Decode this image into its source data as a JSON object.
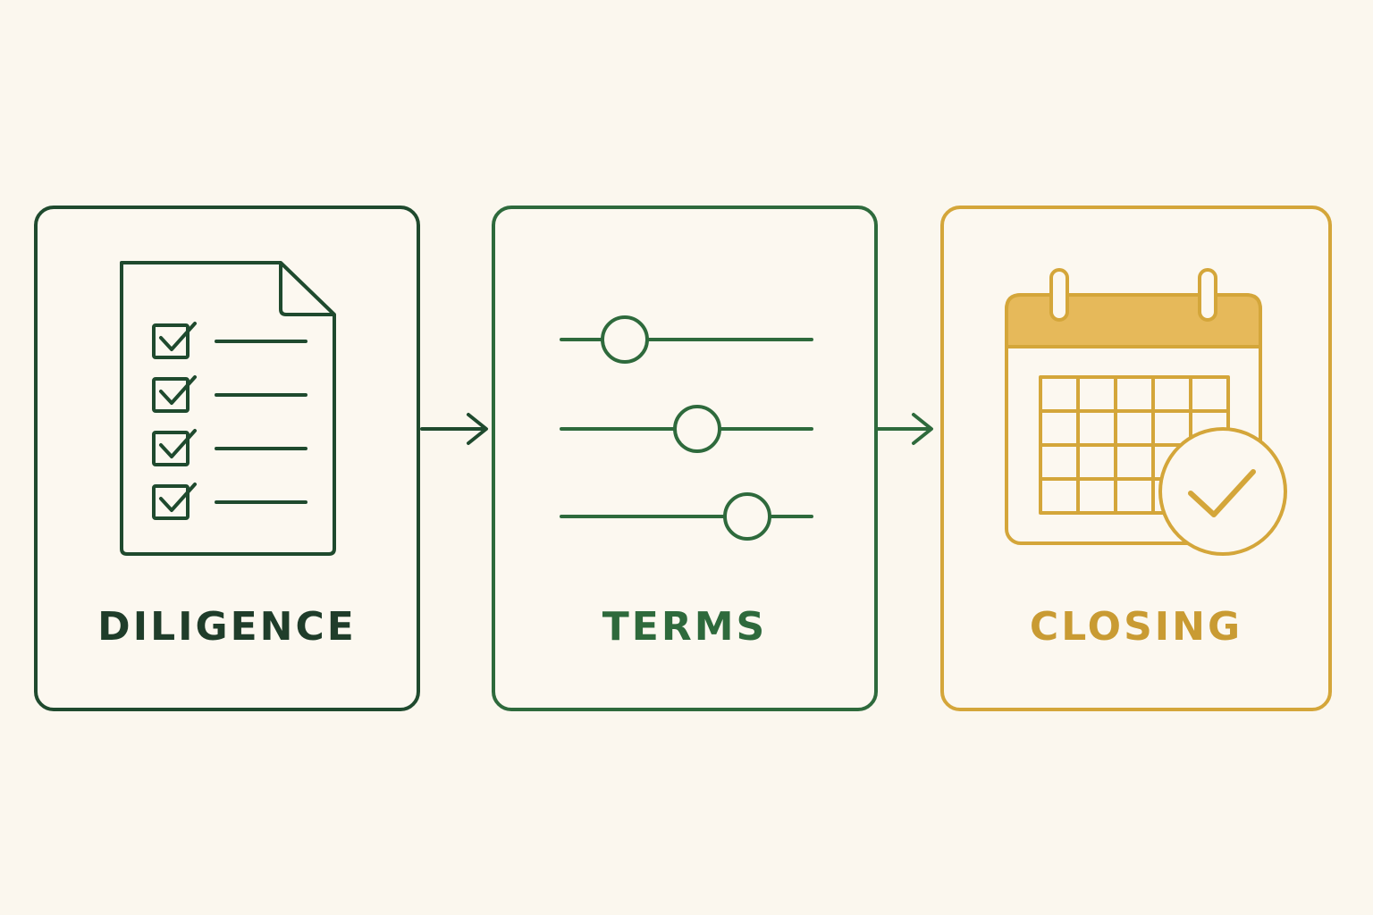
{
  "colors": {
    "background": "#fbf7ee",
    "diligence": "#1f4a2e",
    "terms": "#2e6a3c",
    "closing": "#d4a63a",
    "closing_header_fill": "#e6b95a"
  },
  "steps": [
    {
      "label": "DILIGENCE",
      "icon": "checklist-document-icon"
    },
    {
      "label": "TERMS",
      "icon": "sliders-icon"
    },
    {
      "label": "CLOSING",
      "icon": "calendar-check-icon"
    }
  ],
  "connectors": [
    "arrow-right-icon",
    "arrow-right-icon"
  ]
}
